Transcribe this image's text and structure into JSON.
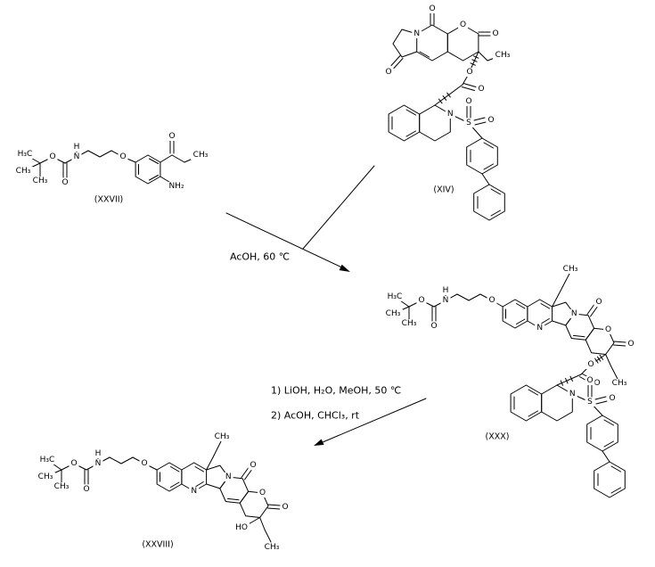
{
  "colors": {
    "ink": "#000000",
    "background": "#ffffff"
  },
  "atoms": {
    "o": "O",
    "n": "N",
    "h": "H",
    "s": "S",
    "nh2": "NH₂",
    "ho": "HO",
    "h3c": "H₃C",
    "ch3": "CH₃"
  },
  "compounds": {
    "xxvii": {
      "label": "(XXVII)"
    },
    "xiv": {
      "label": "(XIV)"
    },
    "xxx": {
      "label": "(XXX)"
    },
    "xxviii": {
      "label": "(XXVIII)"
    }
  },
  "reactions": {
    "step1": {
      "conditions": "AcOH, 60 ℃"
    },
    "step2": {
      "conditions_line1": "1) LiOH, H₂O, MeOH, 50 ℃",
      "conditions_line2": "2) AcOH, CHCl₃, rt"
    }
  }
}
